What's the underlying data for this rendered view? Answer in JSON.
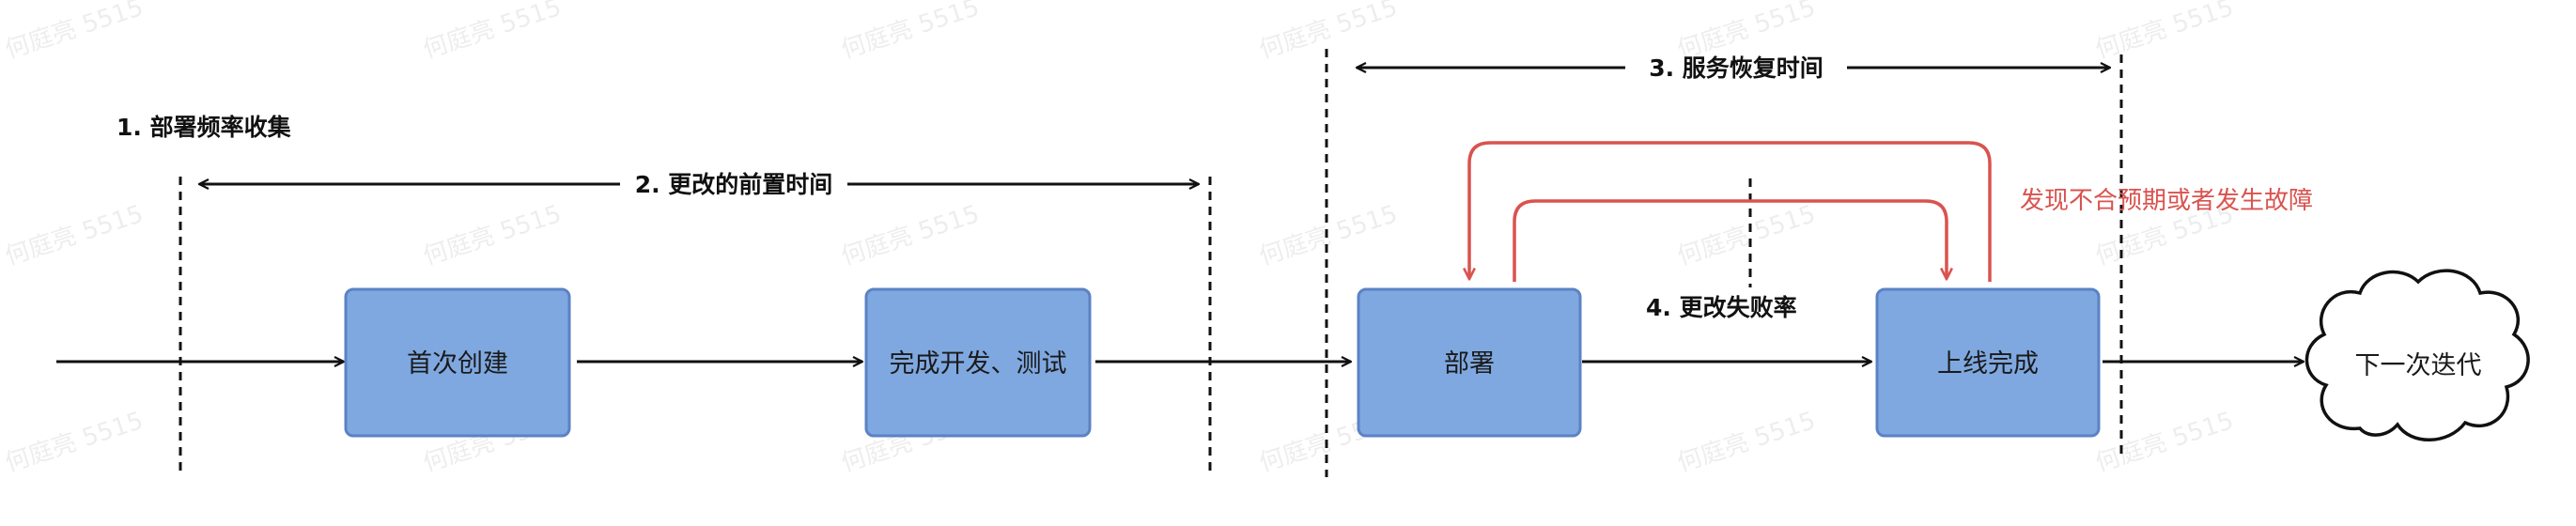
{
  "watermark": "何庭亮 5515",
  "colors": {
    "box_fill": "#7fa8e0",
    "box_stroke": "#5b82c4",
    "line": "#111111",
    "feedback": "#d9534f",
    "cloud_stroke": "#111111"
  },
  "metrics": {
    "deploy_frequency": "1. 部署频率收集",
    "lead_time": "2. 更改的前置时间",
    "restore_time": "3. 服务恢复时间",
    "change_failure_rate": "4. 更改失败率"
  },
  "steps": {
    "first_create": "首次创建",
    "dev_test": "完成开发、测试",
    "deploy": "部署",
    "online": "上线完成",
    "next_iteration": "下一次迭代"
  },
  "feedback_label": "发现不合预期或者发生故障"
}
